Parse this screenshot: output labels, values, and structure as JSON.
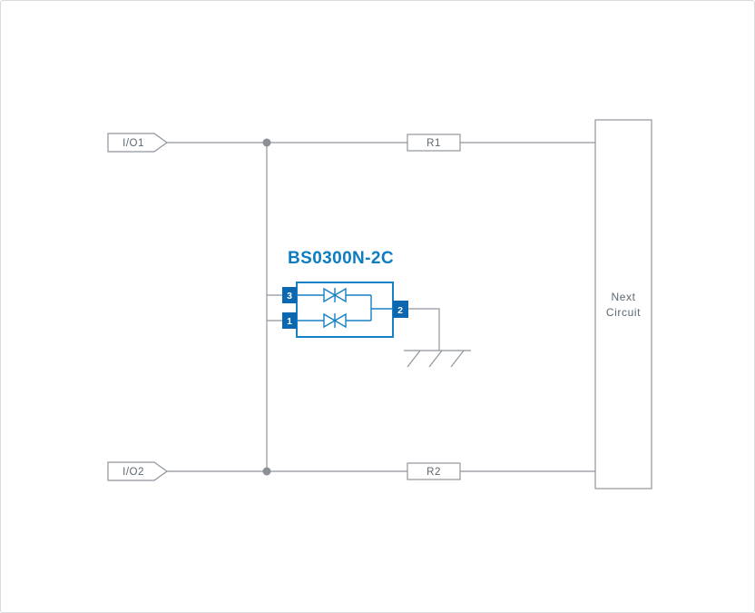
{
  "diagram": {
    "component_title": "BS0300N-2C",
    "labels": {
      "io1": "I/O1",
      "io2": "I/O2",
      "r1": "R1",
      "r2": "R2",
      "next_circuit_line1": "Next",
      "next_circuit_line2": "Circuit"
    },
    "pins": {
      "pin3": "3",
      "pin1": "1",
      "pin2": "2"
    },
    "colors": {
      "accent_blue": "#0d7dc1",
      "pin_fill_blue": "#0a67b0",
      "wire_gray": "#8f959b",
      "label_gray": "#5d6770"
    }
  }
}
